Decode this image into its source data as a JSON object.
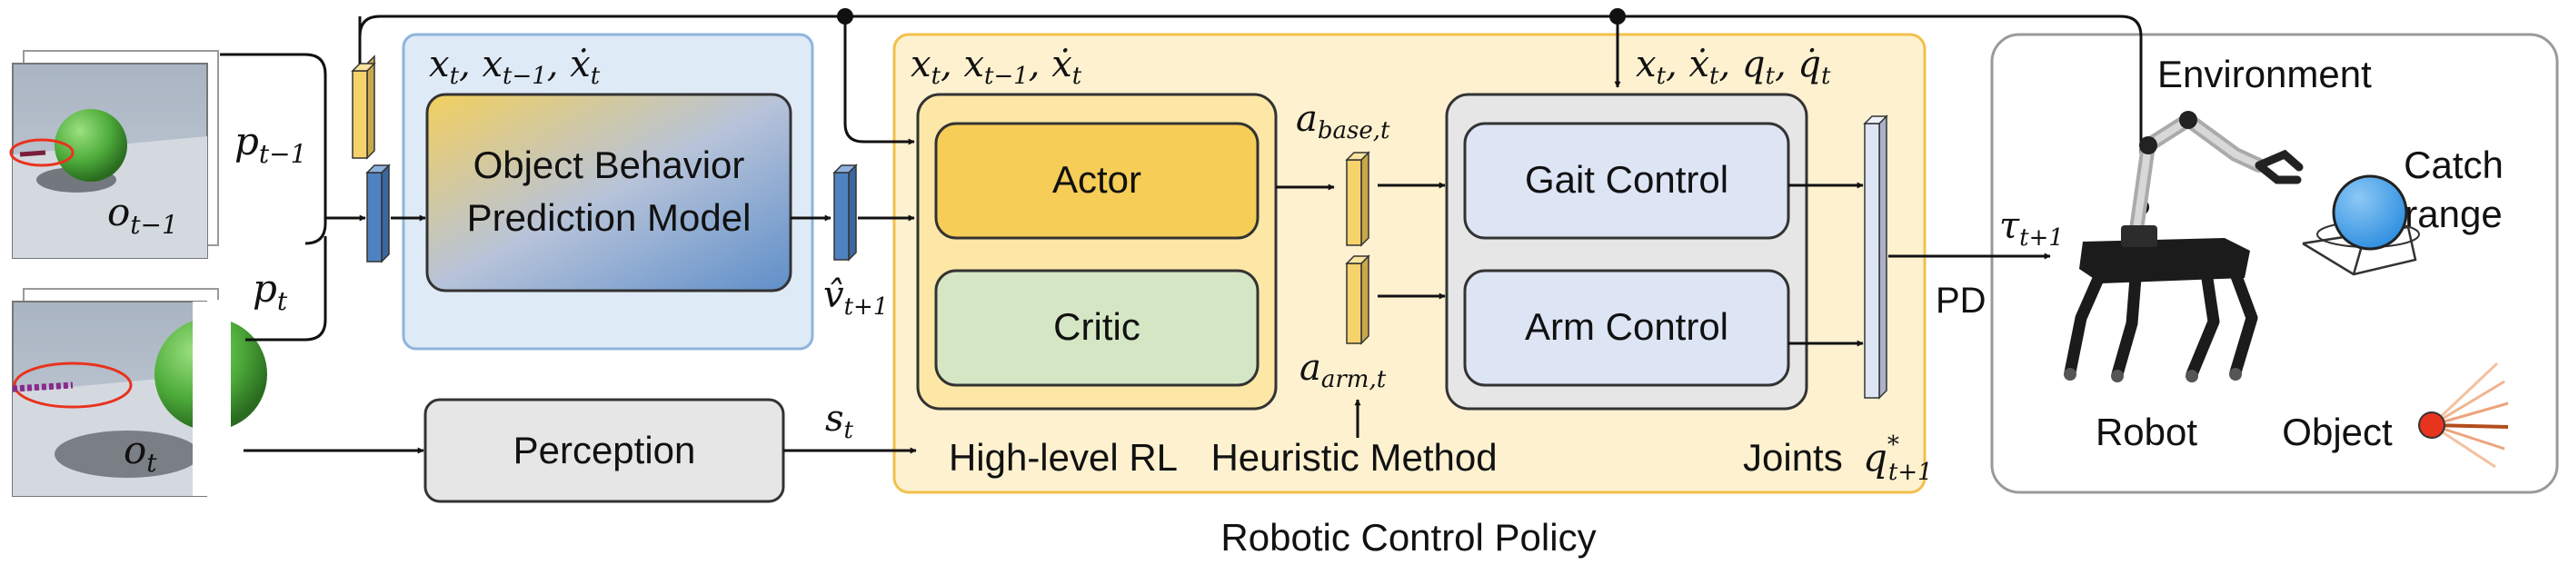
{
  "boxes": {
    "object_behavior": {
      "line1": "Object Behavior",
      "line2": "Prediction Model"
    },
    "actor": "Actor",
    "critic": "Critic",
    "perception": "Perception",
    "gait_control": "Gait Control",
    "arm_control": "Arm Control"
  },
  "labels": {
    "high_level_rl": "High-level RL",
    "heuristic_method": "Heuristic Method",
    "joints": "Joints",
    "robotic_control_policy": "Robotic Control Policy",
    "environment": "Environment",
    "catch_range_1": "Catch",
    "catch_range_2": "range",
    "robot": "Robot",
    "object": "Object",
    "pd": "PD"
  },
  "math": {
    "p_prev": "p",
    "p_prev_sub": "t−1",
    "p_cur": "p",
    "p_cur_sub": "t",
    "o_prev": "o",
    "o_prev_sub": "t−1",
    "o_cur": "o",
    "o_cur_sub": "t",
    "state_blue": "x_t, x_{t−1}, ẋ_t",
    "state_rl": "x_t, x_{t−1}, ẋ_t",
    "state_ctrl": "x_t, ẋ_t, q_t, q̇_t",
    "v_hat": "v̂",
    "v_hat_sub": "t+1",
    "s_t": "s",
    "s_t_sub": "t",
    "a_base": "a",
    "a_base_sub": "base,t",
    "a_arm": "a",
    "a_arm_sub": "arm,t",
    "q_star": "q",
    "q_star_sup": "*",
    "q_star_sub": "t+1",
    "tau": "τ",
    "tau_sub": "t+1"
  },
  "colors": {
    "blue_region": "#dfeaf7",
    "blue_region_border": "#8fb4dc",
    "yellow_region": "#fdf1d0",
    "yellow_region_border": "#f2c04a",
    "actor_fill": "#f5cd57",
    "critic_fill": "#d5e6c4",
    "control_group_fill": "#e6e6e6",
    "control_fill": "#dde5f5",
    "perception_fill": "#e6e6e6",
    "feature_yellow": "#f5d26a",
    "feature_blue": "#4f82c0",
    "sphere_green": "#4dab3a",
    "catch_sphere": "#3d9ee6",
    "object_red": "#e8331e",
    "robot_dark": "#1b1b1b"
  }
}
